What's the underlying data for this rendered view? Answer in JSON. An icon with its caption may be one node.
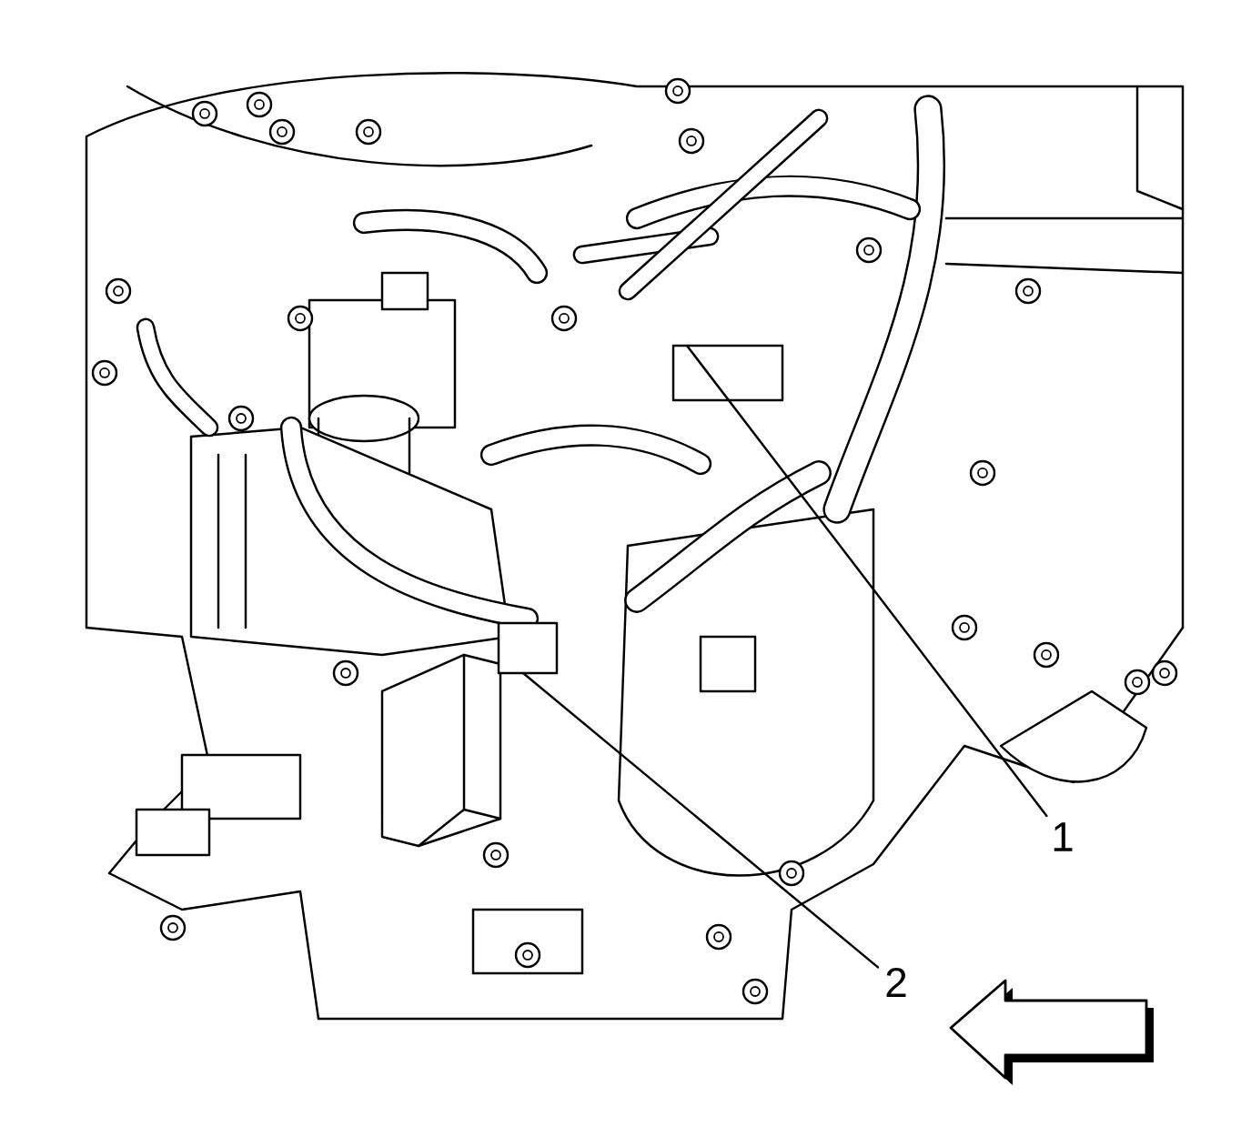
{
  "diagram": {
    "nodes": [
      {
        "text": [
          "1"
        ]
      },
      {
        "text": [
          "2"
        ]
      }
    ],
    "edges": [
      {
        "from": 0,
        "to": null,
        "arrow": "none"
      },
      {
        "from": 1,
        "to": null,
        "arrow": "none"
      }
    ]
  }
}
